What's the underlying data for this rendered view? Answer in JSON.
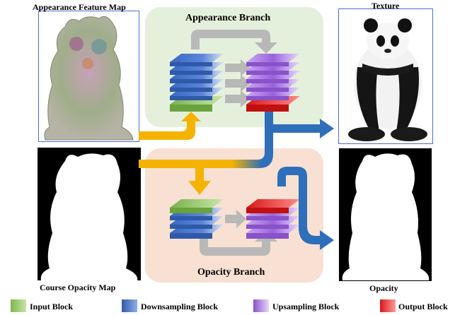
{
  "labels": {
    "appearance_feature_map": "Appearance Feature Map",
    "appearance_branch": "Appearance Branch",
    "texture": "Texture",
    "course_opacity_map": "Course Opacity Map",
    "opacity_branch": "Opacity Branch",
    "opacity": "Opacity"
  },
  "legend": [
    {
      "label": "Input Block",
      "color": "#8cc35a"
    },
    {
      "label": "Downsampling Block",
      "color": "#3f6fc6"
    },
    {
      "label": "Upsampling Block",
      "color": "#a070d8"
    },
    {
      "label": "Output Block",
      "color": "#e02020"
    }
  ],
  "colors": {
    "appearance_panel": "#e4f0db",
    "opacity_panel": "#f8e0d2",
    "arrow_yellow": "#f5b301",
    "arrow_blue": "#2f6fba",
    "arrow_gray": "#b8b8b8",
    "frame_blue": "#4a6fd0"
  }
}
